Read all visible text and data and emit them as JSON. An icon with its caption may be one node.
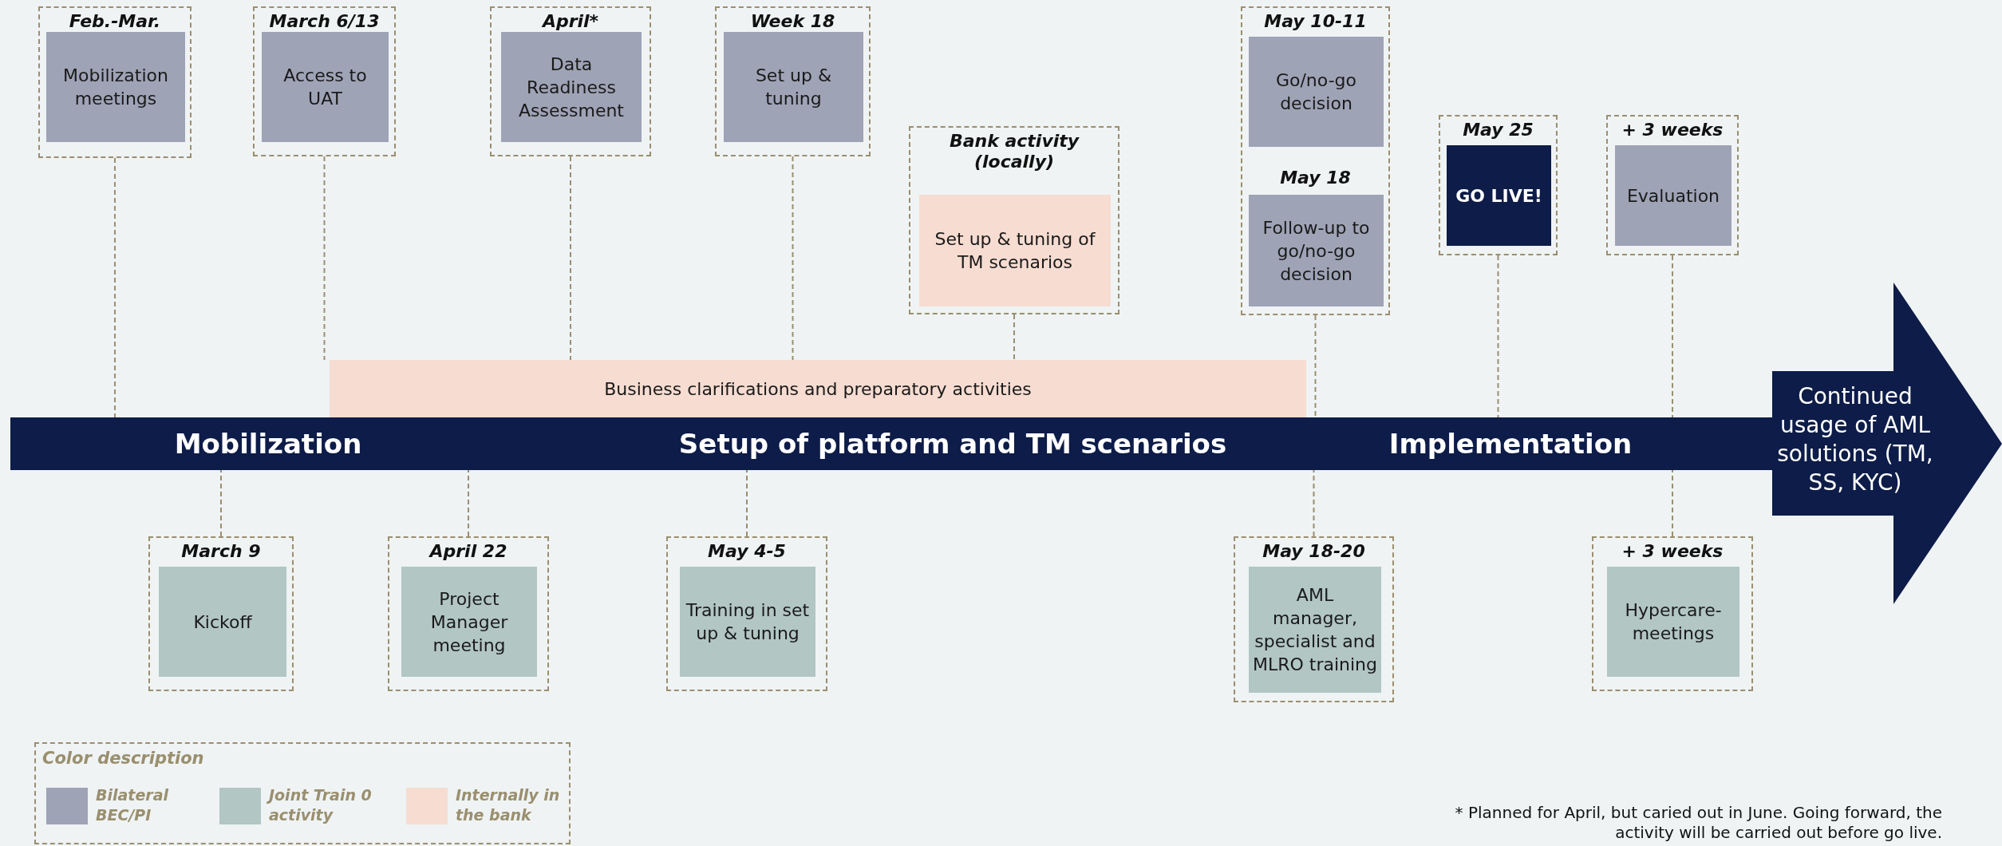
{
  "diagram": {
    "nodes": [
      {
        "text": [
          "Feb.-Mar."
        ]
      },
      {
        "text": [
          "Mobilization meetings"
        ],
        "in": 0
      },
      {
        "text": [
          "March 6/13"
        ]
      },
      {
        "text": [
          "Access to UAT"
        ],
        "in": 2
      },
      {
        "text": [
          "April*"
        ]
      },
      {
        "text": [
          "Data Readiness Assessment"
        ],
        "in": 4
      },
      {
        "text": [
          "Week 18"
        ]
      },
      {
        "text": [
          "Set up & tuning"
        ],
        "in": 6
      },
      {
        "text": [
          "Bank activity (locally)"
        ]
      },
      {
        "text": [
          "Set up & tuning of TM scenarios"
        ],
        "in": 8
      },
      {
        "text": [
          "May 10-11"
        ]
      },
      {
        "text": [
          "Go/no-go decision"
        ],
        "in": 10
      },
      {
        "text": [
          "Follow-up to go/no-go decision"
        ],
        "in": 10,
        "beside": [
          "May 18"
        ]
      },
      {
        "text": [
          "May 25"
        ]
      },
      {
        "text": [
          "GO LIVE!"
        ],
        "in": 13
      },
      {
        "text": [
          "+ 3 weeks"
        ]
      },
      {
        "text": [
          "Evaluation"
        ],
        "in": 15
      },
      {
        "text": [
          "Business clarifications and preparatory activities"
        ]
      },
      {
        "text": [
          "Mobilization",
          "Setup of platform and TM scenarios",
          "Implementation"
        ]
      },
      {
        "text": [
          "Continued usage of AML solutions (TM, SS, KYC)"
        ]
      },
      {
        "text": [
          "March 9"
        ]
      },
      {
        "text": [
          "Kickoff"
        ],
        "in": 20
      },
      {
        "text": [
          "April 22"
        ]
      },
      {
        "text": [
          "Project Manager meeting"
        ],
        "in": 22
      },
      {
        "text": [
          "May 4-5"
        ]
      },
      {
        "text": [
          "Training in set up & tuning"
        ],
        "in": 24
      },
      {
        "text": [
          "May 18-20"
        ]
      },
      {
        "text": [
          "AML manager, specialist and MLRO training"
        ],
        "in": 26
      },
      {
        "text": [
          "+ 3 weeks"
        ]
      },
      {
        "text": [
          "Hypercare-meetings"
        ],
        "in": 28
      }
    ],
    "edges": [
      {
        "from": 0,
        "to": 18,
        "arrow": "none",
        "style": "dashed"
      },
      {
        "from": 2,
        "to": 17,
        "arrow": "none",
        "style": "dashed"
      },
      {
        "from": 4,
        "to": 17,
        "arrow": "none",
        "style": "dashed"
      },
      {
        "from": 6,
        "to": 17,
        "arrow": "none",
        "style": "dashed"
      },
      {
        "from": 8,
        "to": 17,
        "arrow": "none",
        "style": "dashed"
      },
      {
        "from": 10,
        "to": 18,
        "arrow": "none",
        "style": "dashed"
      },
      {
        "from": 13,
        "to": 18,
        "arrow": "none",
        "style": "dashed"
      },
      {
        "from": 15,
        "to": 18,
        "arrow": "none",
        "style": "dashed"
      },
      {
        "from": 20,
        "to": 18,
        "arrow": "none",
        "style": "dashed"
      },
      {
        "from": 22,
        "to": 18,
        "arrow": "none",
        "style": "dashed"
      },
      {
        "from": 24,
        "to": 18,
        "arrow": "none",
        "style": "dashed"
      },
      {
        "from": 26,
        "to": 18,
        "arrow": "none",
        "style": "dashed"
      },
      {
        "from": 28,
        "to": 18,
        "arrow": "none",
        "style": "dashed"
      }
    ],
    "labels": [
      "Color description",
      "* Planned for April, but caried out in June. Going forward, the activity will be carried out before go live."
    ],
    "legend": [
      {
        "text": "Bilateral BEC/PI",
        "color": "#9fa3b6"
      },
      {
        "text": "Joint Train 0 activity",
        "color": "#b2c6c4"
      },
      {
        "text": "Internally in the bank",
        "color": "#f6dcd1"
      }
    ]
  }
}
